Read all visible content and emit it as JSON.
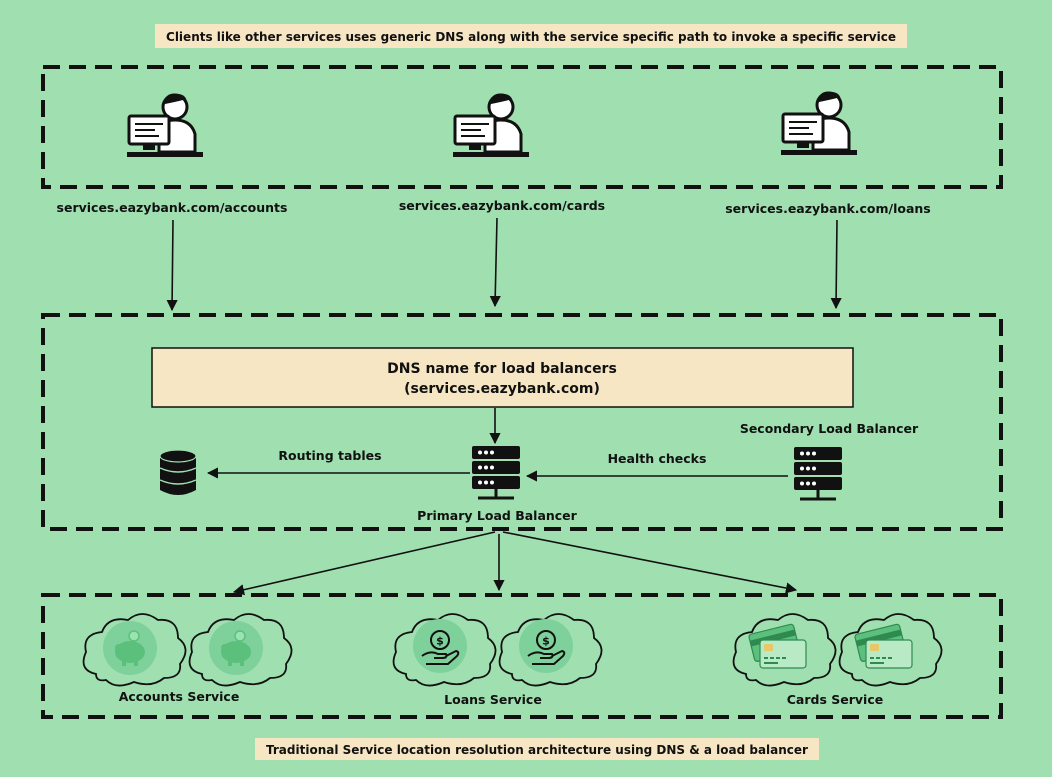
{
  "top_caption": "Clients like other services uses generic DNS along with the service specific path to invoke a specific service",
  "bottom_caption": "Traditional Service location resolution architecture using DNS & a load balancer",
  "clients": [
    {
      "icon": "user-at-computer-icon",
      "url": "services.eazybank.com/accounts"
    },
    {
      "icon": "user-at-computer-icon",
      "url": "services.eazybank.com/cards"
    },
    {
      "icon": "user-at-computer-icon",
      "url": "services.eazybank.com/loans"
    }
  ],
  "dns_box": {
    "line1": "DNS name for load balancers",
    "line2": "(services.eazybank.com)"
  },
  "routing_tables_label": "Routing tables",
  "health_checks_label": "Health checks",
  "primary_lb_label": "Primary Load Balancer",
  "secondary_lb_label": "Secondary Load  Balancer",
  "services": [
    {
      "label": "Accounts Service",
      "icon": "piggy-bank-icon"
    },
    {
      "label": "Loans Service",
      "icon": "money-hand-icon"
    },
    {
      "label": "Cards Service",
      "icon": "credit-card-icon"
    }
  ],
  "colors": {
    "background": "#9fdfb0",
    "dns_box_fill": "#f7e6c4",
    "caption_fill": "#f7e6c4",
    "cloud_icon_fill": "#7fd19b"
  }
}
